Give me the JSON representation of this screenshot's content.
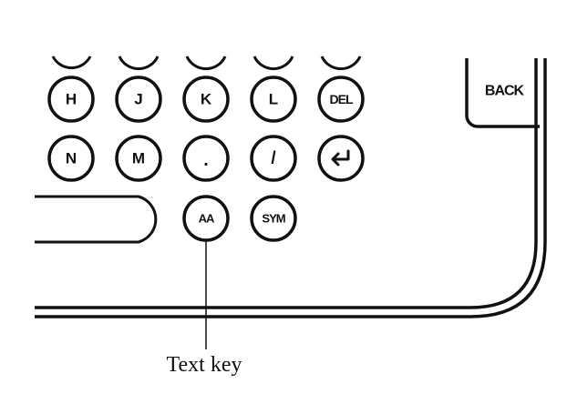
{
  "keys": {
    "h": "H",
    "j": "J",
    "k": "K",
    "l": "L",
    "del": "DEL",
    "n": "N",
    "m": "M",
    "period": ".",
    "slash": "/",
    "text": "AA",
    "sym": "SYM"
  },
  "back_label": "BACK",
  "callout": "Text key"
}
